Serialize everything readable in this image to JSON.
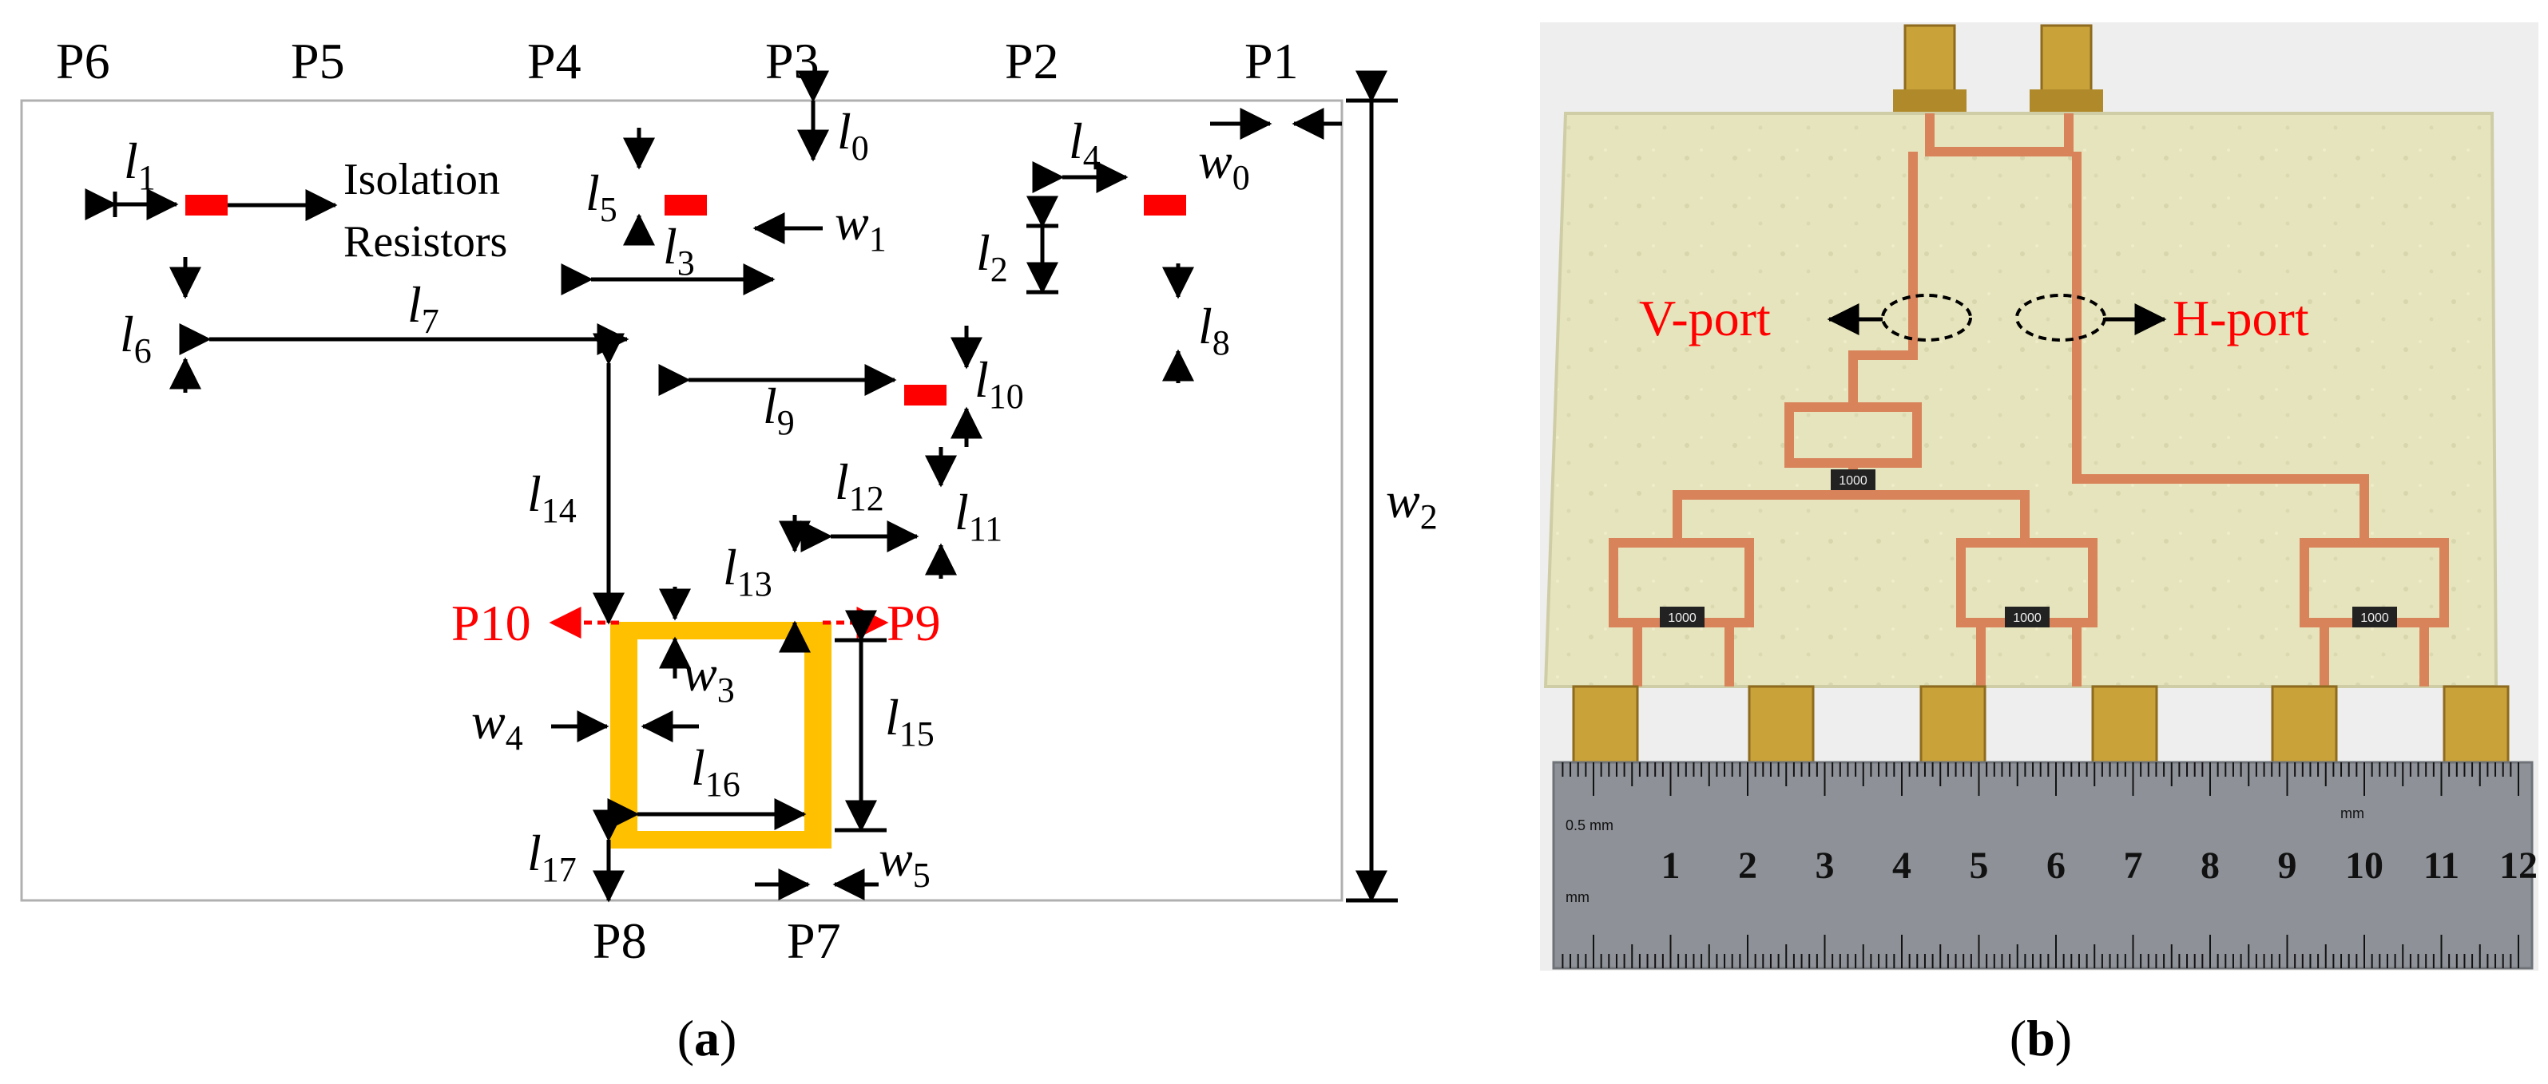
{
  "colors": {
    "trace": "#FFC000",
    "resistor": "#FF0000",
    "port_label_red": "#FF0000",
    "board": "#E6E4BC",
    "copper": "#D9835A",
    "connector": "#C9A23A",
    "ruler": "#8E9298",
    "photo_bg": "#ECECEC"
  },
  "panel_a": {
    "caption": "a",
    "port_labels": {
      "p1": "P1",
      "p2": "P2",
      "p3": "P3",
      "p4": "P4",
      "p5": "P5",
      "p6": "P6",
      "p7": "P7",
      "p8": "P8",
      "p9": "P9",
      "p10": "P10"
    },
    "isolation_label": {
      "line1": "Isolation",
      "line2": "Resistors"
    },
    "dimensions": {
      "l0": {
        "sym": "l",
        "sub": "0"
      },
      "l1": {
        "sym": "l",
        "sub": "1"
      },
      "l2": {
        "sym": "l",
        "sub": "2"
      },
      "l3": {
        "sym": "l",
        "sub": "3"
      },
      "l4": {
        "sym": "l",
        "sub": "4"
      },
      "l5": {
        "sym": "l",
        "sub": "5"
      },
      "l6": {
        "sym": "l",
        "sub": "6"
      },
      "l7": {
        "sym": "l",
        "sub": "7"
      },
      "l8": {
        "sym": "l",
        "sub": "8"
      },
      "l9": {
        "sym": "l",
        "sub": "9"
      },
      "l10": {
        "sym": "l",
        "sub": "10"
      },
      "l11": {
        "sym": "l",
        "sub": "11"
      },
      "l12": {
        "sym": "l",
        "sub": "12"
      },
      "l13": {
        "sym": "l",
        "sub": "13"
      },
      "l14": {
        "sym": "l",
        "sub": "14"
      },
      "l15": {
        "sym": "l",
        "sub": "15"
      },
      "l16": {
        "sym": "l",
        "sub": "16"
      },
      "l17": {
        "sym": "l",
        "sub": "17"
      },
      "w0": {
        "sym": "w",
        "sub": "0"
      },
      "w1": {
        "sym": "w",
        "sub": "1"
      },
      "w2": {
        "sym": "w",
        "sub": "2"
      },
      "w3": {
        "sym": "w",
        "sub": "3"
      },
      "w4": {
        "sym": "w",
        "sub": "4"
      },
      "w5": {
        "sym": "w",
        "sub": "5"
      }
    }
  },
  "panel_b": {
    "caption": "b",
    "v_port_label": "V-port",
    "h_port_label": "H-port",
    "resistor_marking": "1000",
    "ruler": {
      "unit_label": "mm",
      "scale_label": "0.5 mm",
      "numbers": [
        "1",
        "2",
        "3",
        "4",
        "5",
        "6",
        "7",
        "8",
        "9",
        "10",
        "11",
        "12"
      ]
    }
  }
}
